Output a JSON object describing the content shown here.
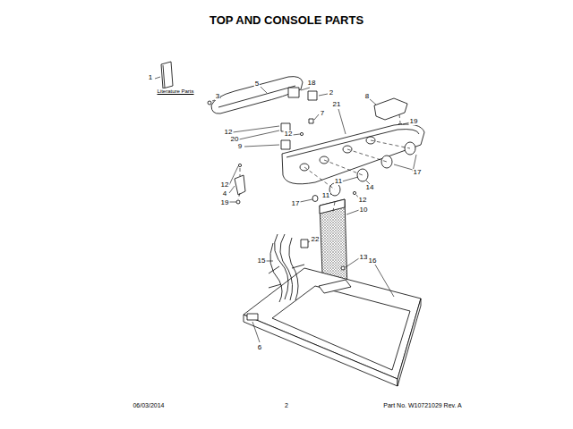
{
  "diagram": {
    "title": "TOP AND CONSOLE PARTS",
    "labels": [
      "1",
      "Literature Parts",
      "5",
      "18",
      "2",
      "3",
      "8",
      "21",
      "7",
      "19",
      "12",
      "12",
      "20",
      "9",
      "17",
      "11",
      "12",
      "14",
      "4",
      "11",
      "12",
      "19",
      "17",
      "10",
      "22",
      "13",
      "15",
      "16",
      "6",
      "06/03/2014",
      "2",
      "Part No. W10721029 Rev. A"
    ]
  }
}
